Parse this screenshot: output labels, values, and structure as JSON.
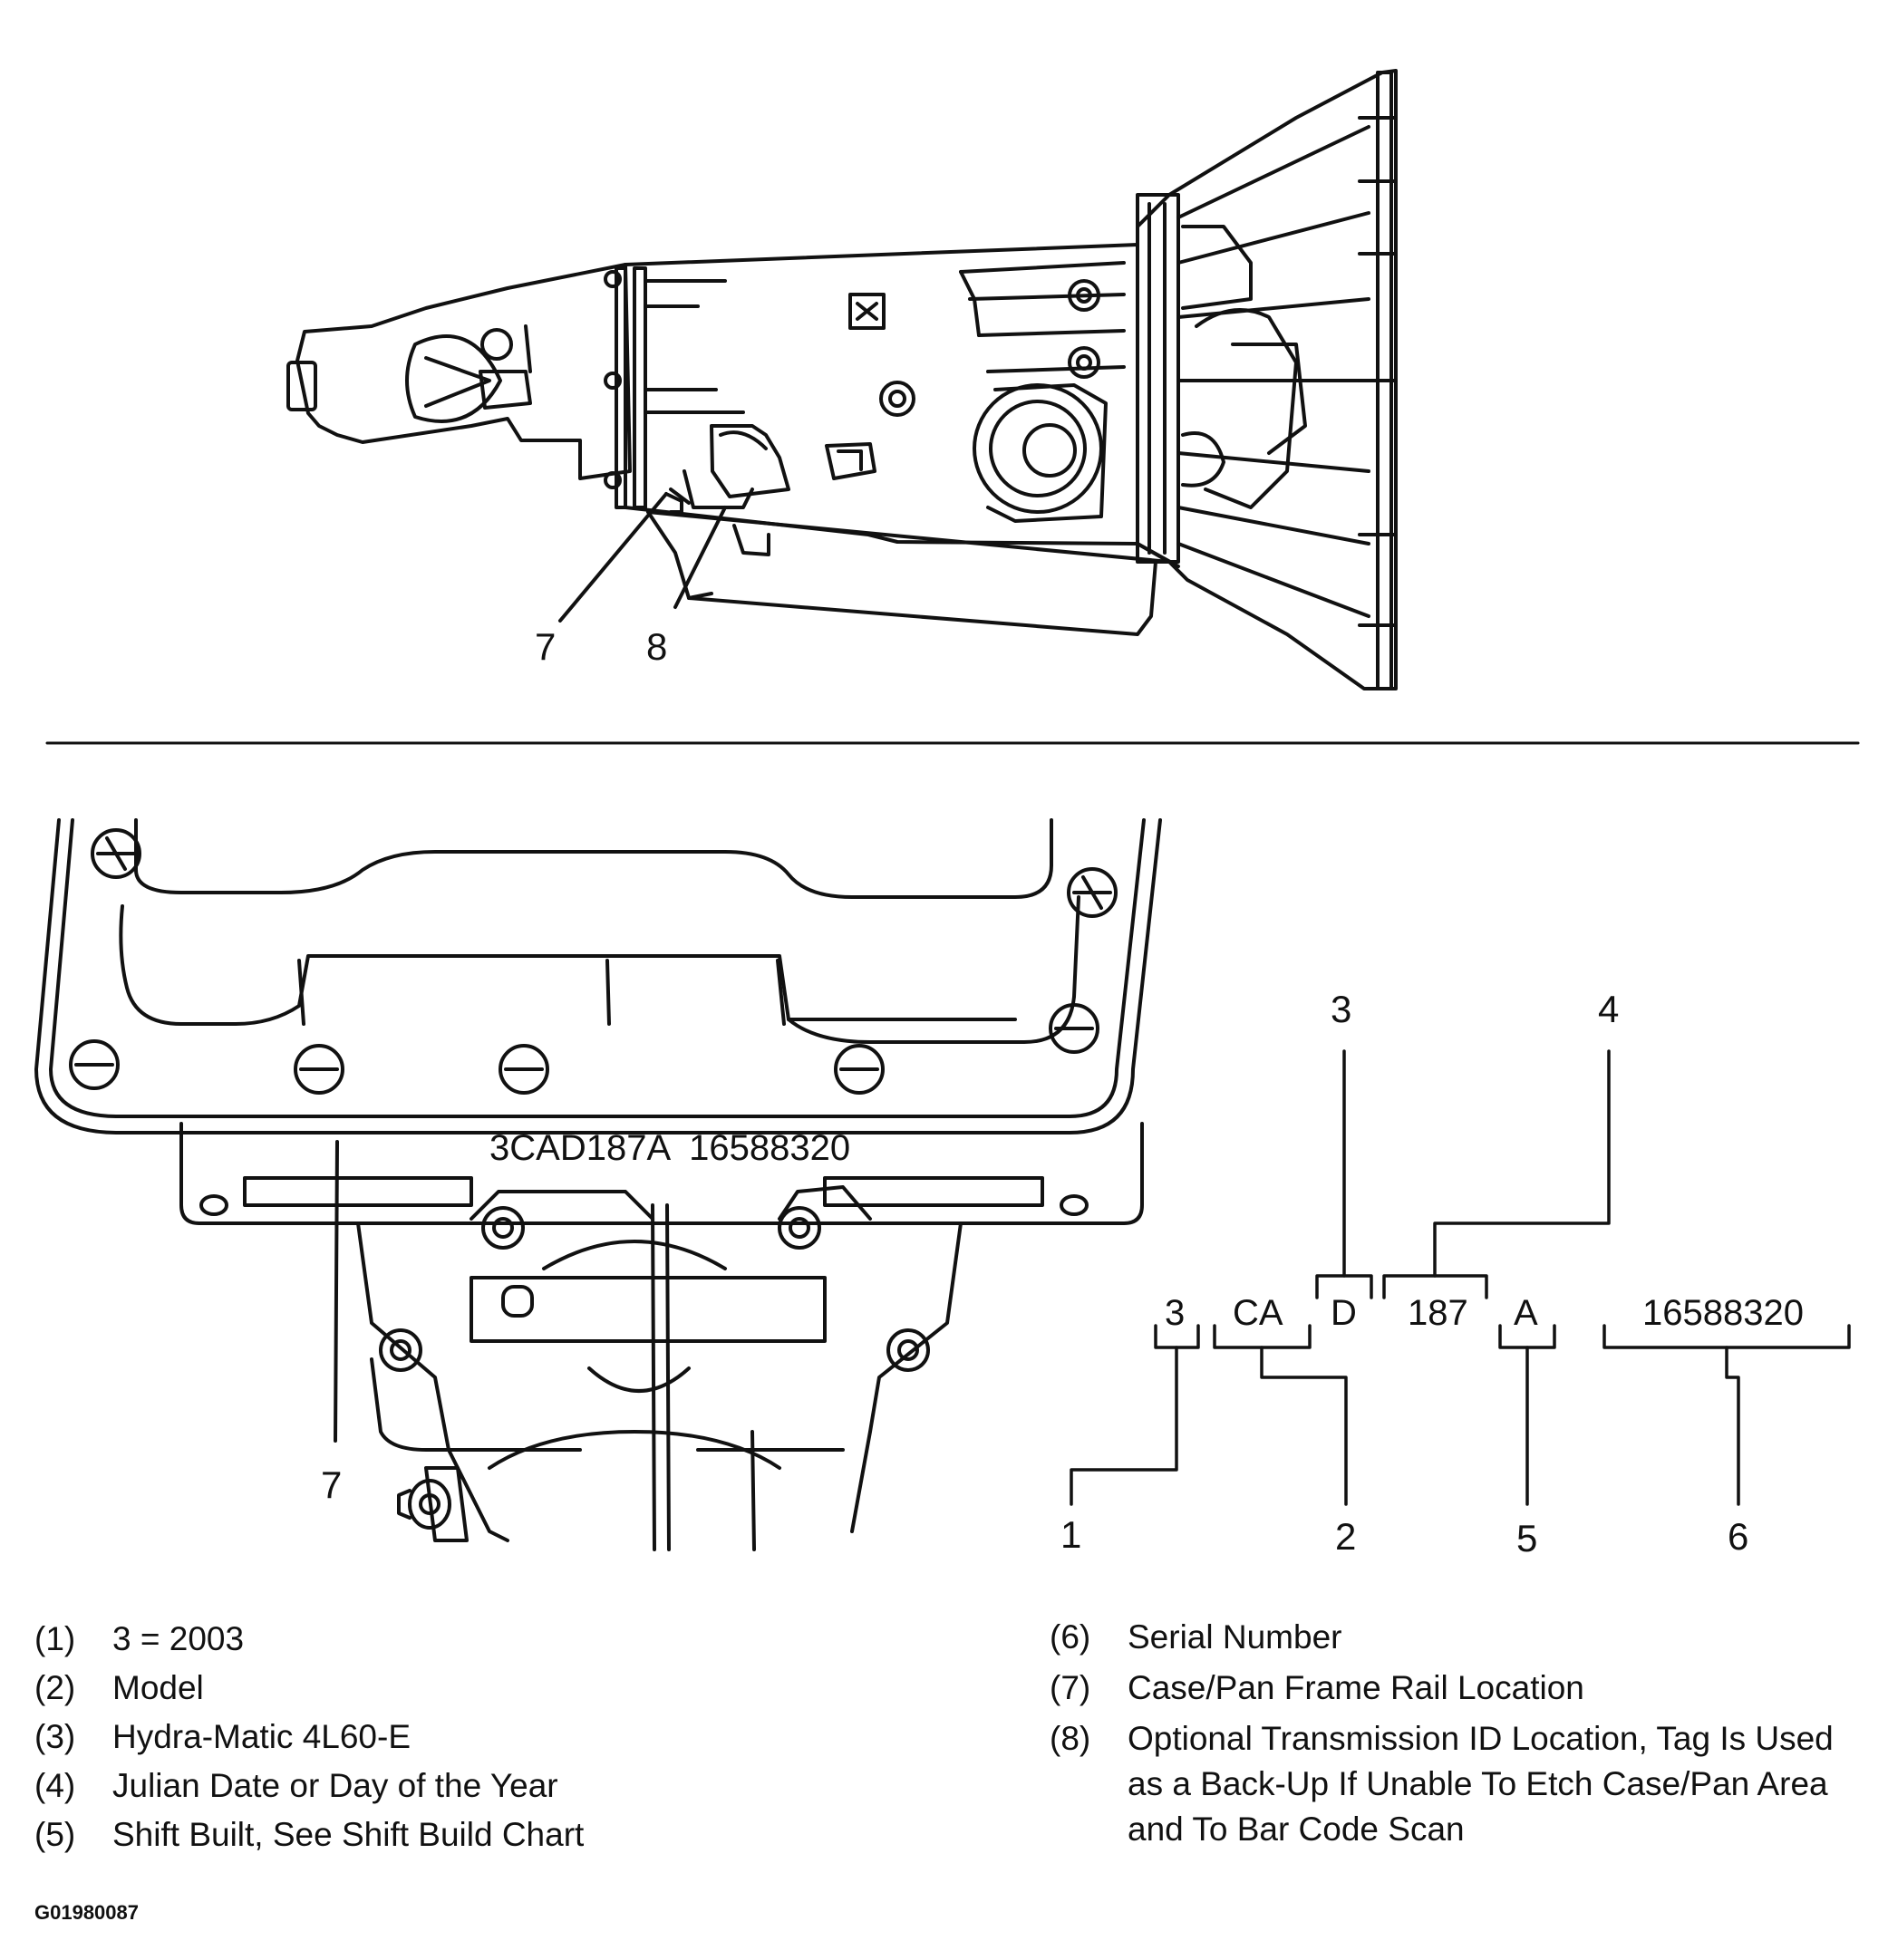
{
  "callouts": {
    "top_7": "7",
    "top_8": "8",
    "pan_7": "7"
  },
  "pan_etch": "3CAD187A  16588320",
  "code_breakdown": {
    "segments": [
      {
        "text": "3",
        "callout": "1"
      },
      {
        "text": "CA",
        "callout": "2"
      },
      {
        "text": "D",
        "callout": "3"
      },
      {
        "text": "187",
        "callout": "4"
      },
      {
        "text": "A",
        "callout": "5"
      },
      {
        "text": "16588320",
        "callout": "6"
      }
    ]
  },
  "legend_left": [
    {
      "num": "(1)",
      "text": "3 = 2003"
    },
    {
      "num": "(2)",
      "text": "Model"
    },
    {
      "num": "(3)",
      "text": "Hydra-Matic 4L60-E"
    },
    {
      "num": "(4)",
      "text": "Julian Date or Day of the Year"
    },
    {
      "num": "(5)",
      "text": "Shift Built, See Shift Build Chart"
    }
  ],
  "legend_right": [
    {
      "num": "(6)",
      "text": "Serial Number"
    },
    {
      "num": "(7)",
      "text": "Case/Pan Frame Rail Location"
    },
    {
      "num": "(8)",
      "text": "Optional Transmission ID Location, Tag Is Used as a Back-Up If Unable To Etch Case/Pan Area and To Bar Code Scan"
    }
  ],
  "figure_id": "G01980087"
}
